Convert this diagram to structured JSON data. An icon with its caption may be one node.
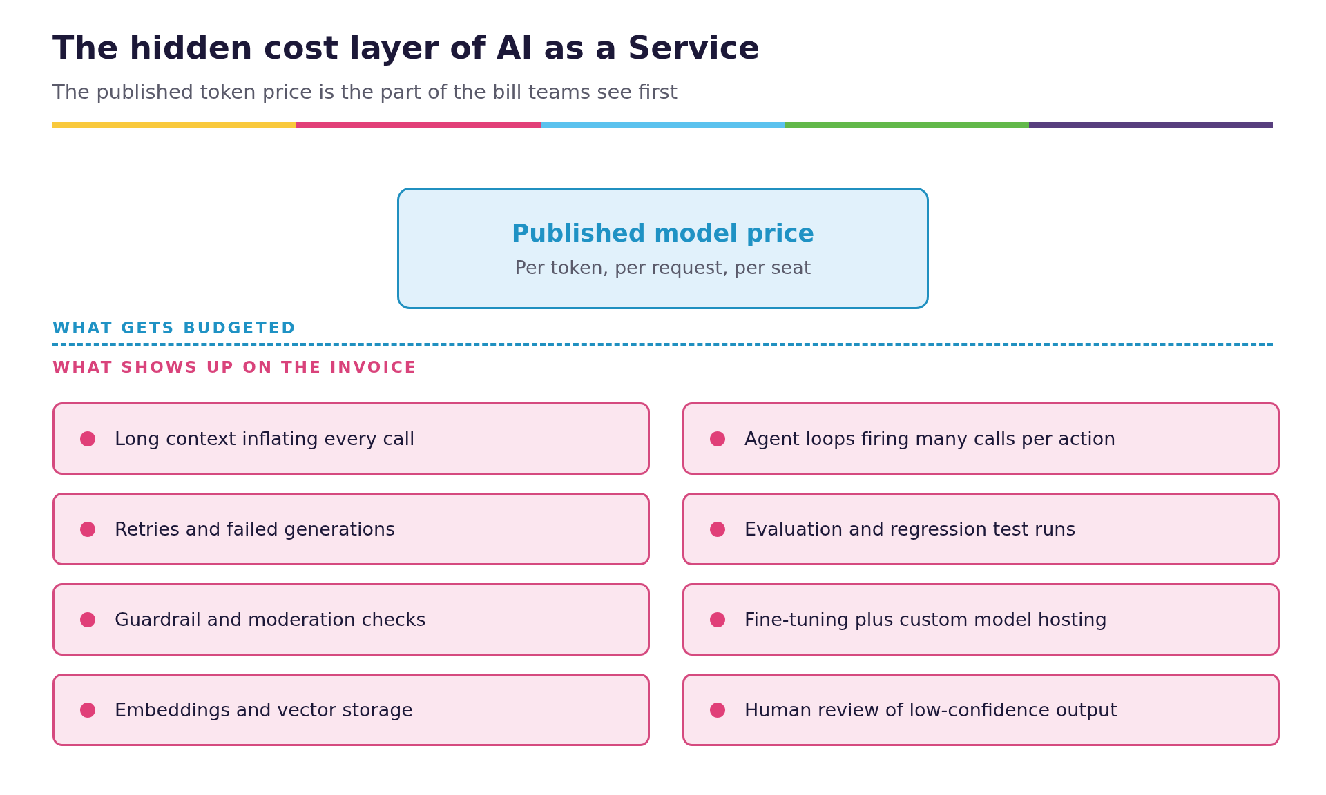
{
  "diagram": {
    "title": "The hidden cost layer of AI as a Service",
    "caption": "The published token price is the part of the bill teams see first",
    "nodes": [
      {
        "text": [
          "Published model price",
          "Per token, per request, per seat"
        ]
      },
      {
        "text": [
          "Long context inflating every call"
        ]
      },
      {
        "text": [
          "Agent loops firing many calls per action"
        ]
      },
      {
        "text": [
          "Retries and failed generations"
        ]
      },
      {
        "text": [
          "Evaluation and regression test runs"
        ]
      },
      {
        "text": [
          "Guardrail and moderation checks"
        ]
      },
      {
        "text": [
          "Fine-tuning plus custom model hosting"
        ]
      },
      {
        "text": [
          "Embeddings and vector storage"
        ]
      },
      {
        "text": [
          "Human review of low-confidence output"
        ]
      }
    ],
    "labels": [
      "WHAT GETS BUDGETED",
      "WHAT SHOWS UP ON THE INVOICE"
    ]
  }
}
